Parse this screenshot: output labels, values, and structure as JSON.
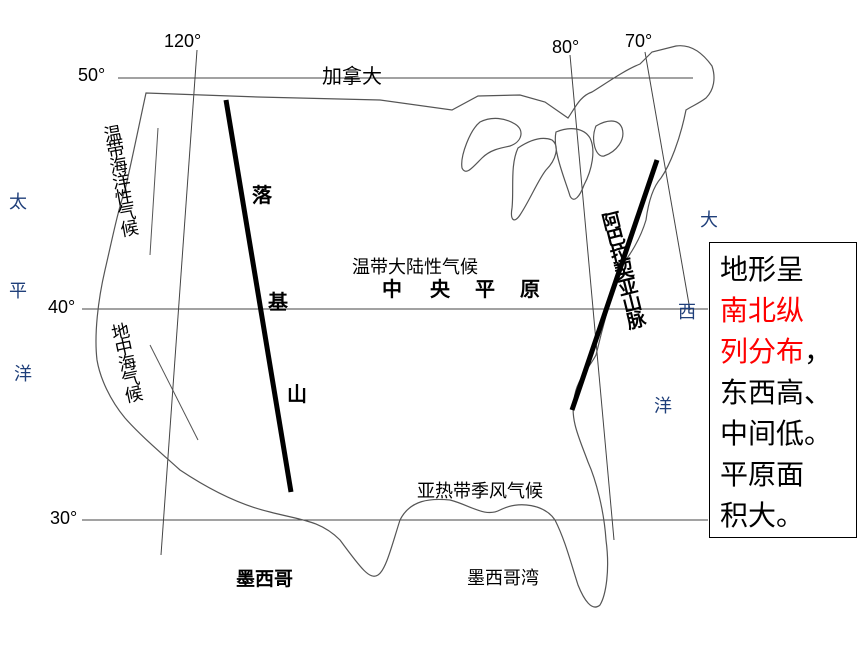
{
  "coordinates": {
    "lon_120": "120°",
    "lon_80": "80°",
    "lon_70": "70°",
    "lat_50": "50°",
    "lat_40": "40°",
    "lat_30": "30°"
  },
  "countries": {
    "canada": "加拿大",
    "mexico": "墨西哥"
  },
  "water": {
    "gulf_of_mexico": "墨西哥湾",
    "pacific": [
      "太",
      "平",
      "洋"
    ],
    "atlantic": [
      "大",
      "西",
      "洋"
    ]
  },
  "climates": {
    "marine_west_coast": "温带海洋性气候",
    "mediterranean": "地中海气候",
    "continental": "温带大陆性气候",
    "subtropical_monsoon": "亚热带季风气候"
  },
  "landforms": {
    "rocky": [
      "落",
      "基",
      "山"
    ],
    "central_plain": [
      "中",
      "央",
      "平",
      "原"
    ],
    "appalachian": "阿巴拉契亚山脉"
  },
  "info_box": {
    "line1": "地形呈",
    "line2_red": "南北纵",
    "line3_red": "列分布",
    "line3_tail": "，",
    "line4": "东西高、",
    "line5": "中间低。",
    "line6": "平原面",
    "line7": "积大。"
  },
  "colors": {
    "text": "#000000",
    "ocean_text": "#1f3f7a",
    "highlight": "#ff0000",
    "outline": "#555555"
  }
}
